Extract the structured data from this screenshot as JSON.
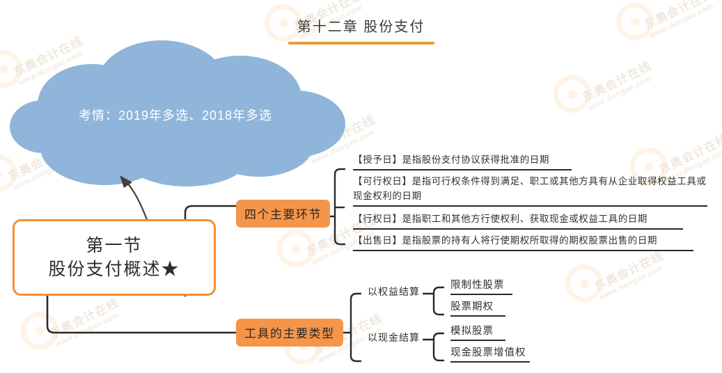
{
  "header": {
    "title": "第十二章 股份支付",
    "accent_color": "#e79c3d"
  },
  "cloud": {
    "text": "考情：2019年多选、2018年多选",
    "fill_color": "#8fb5da",
    "text_color": "#ffffff"
  },
  "root": {
    "line1": "第一节",
    "line2": "股份支付概述★",
    "border_color": "#f3902f"
  },
  "branches": [
    {
      "label": "四个主要环节",
      "chip_color": "#f5954a",
      "items": [
        "【授予日】是指股份支付协议获得批准的日期",
        "【可行权日】是指可行权条件得到满足、职工或其他方具有从企业取得权益工具或现金权利的日期",
        "【行权日】是指职工和其他方行使权利、获取现金或权益工具的日期",
        "【出售日】是指股票的持有人将行使期权所取得的期权股票出售的日期"
      ]
    },
    {
      "label": "工具的主要类型",
      "chip_color": "#f5954a",
      "groups": [
        {
          "label": "以权益结算",
          "items": [
            "限制性股票",
            "股票期权"
          ]
        },
        {
          "label": "以现金结算",
          "items": [
            "模拟股票",
            "现金股票增值权"
          ]
        }
      ]
    }
  ],
  "watermark": {
    "cn": "东奥会计在线",
    "en": "www.dongao.com",
    "color": "#f0e8de"
  }
}
